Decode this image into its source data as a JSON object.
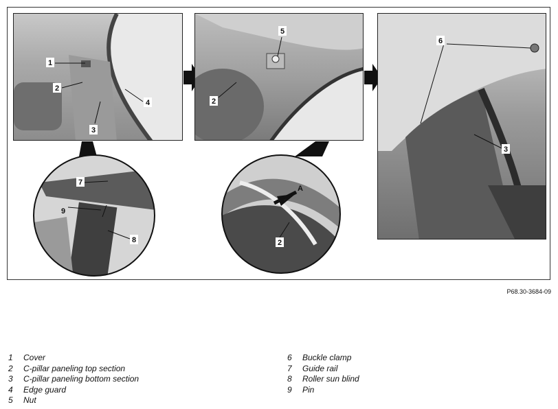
{
  "figure": {
    "callouts": {
      "p1": [
        "1",
        "2",
        "3",
        "4"
      ],
      "p2": [
        "5",
        "2"
      ],
      "p3": [
        "6",
        "3"
      ],
      "z1": [
        "7",
        "9",
        "8"
      ],
      "z2": [
        "A",
        "2"
      ]
    },
    "reference": "P68.30-3684-09"
  },
  "legend": {
    "left": [
      {
        "num": "1",
        "label": "Cover"
      },
      {
        "num": "2",
        "label": "C-pillar paneling top section"
      },
      {
        "num": "3",
        "label": "C-pillar paneling bottom section"
      },
      {
        "num": "4",
        "label": "Edge guard"
      },
      {
        "num": "5",
        "label": "Nut"
      }
    ],
    "right": [
      {
        "num": "6",
        "label": "Buckle clamp"
      },
      {
        "num": "7",
        "label": "Guide rail"
      },
      {
        "num": "8",
        "label": "Roller sun blind"
      },
      {
        "num": "9",
        "label": "Pin"
      }
    ]
  }
}
